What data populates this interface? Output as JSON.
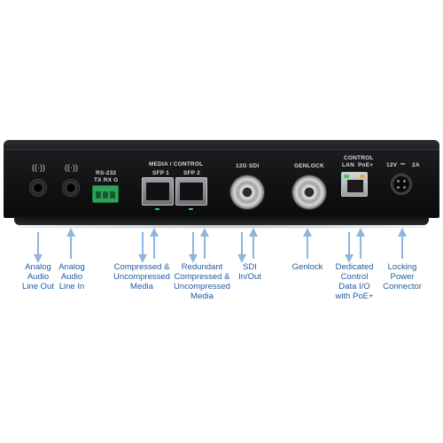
{
  "panel": {
    "rs232_title": "RS-232",
    "rs232_pins": "TX RX G",
    "media_control": "MEDIA / CONTROL",
    "sfp1": "SFP 1",
    "sfp2": "SFP 2",
    "sdi12g": "12G  SDI",
    "genlock": "GENLOCK",
    "control": "CONTROL",
    "lan": "LAN",
    "poe": "PoE+",
    "power_rating": "12V",
    "power_amps": "2A",
    "audio_out_glyph": "((·))",
    "audio_in_glyph": "((·))",
    "dc_symbol": "⎓"
  },
  "callouts": [
    {
      "id": "analog-audio-line-out",
      "lines": [
        "Analog",
        "Audio",
        "Line Out"
      ],
      "arrows": "down"
    },
    {
      "id": "analog-audio-line-in",
      "lines": [
        "Analog",
        "Audio",
        "Line In"
      ],
      "arrows": "up"
    },
    {
      "id": "compressed-uncompressed-media",
      "lines": [
        "Compressed &",
        "Uncompressed",
        "Media"
      ],
      "arrows": "both"
    },
    {
      "id": "redundant-compressed-uncompressed-media",
      "lines": [
        "Redundant",
        "Compressed &",
        "Uncompressed",
        "Media"
      ],
      "arrows": "both"
    },
    {
      "id": "sdi-in-out",
      "lines": [
        "SDI",
        "In/Out"
      ],
      "arrows": "both"
    },
    {
      "id": "genlock",
      "lines": [
        "Genlock"
      ],
      "arrows": "up"
    },
    {
      "id": "dedicated-control-data-io-poe",
      "lines": [
        "Dedicated",
        "Control",
        "Data I/O",
        "with PoE+"
      ],
      "arrows": "both"
    },
    {
      "id": "locking-power-connector",
      "lines": [
        "Locking",
        "Power",
        "Connector"
      ],
      "arrows": "up"
    }
  ],
  "colors": {
    "callout_text": "#1f5a9e",
    "arrow": "#8fb6de"
  }
}
